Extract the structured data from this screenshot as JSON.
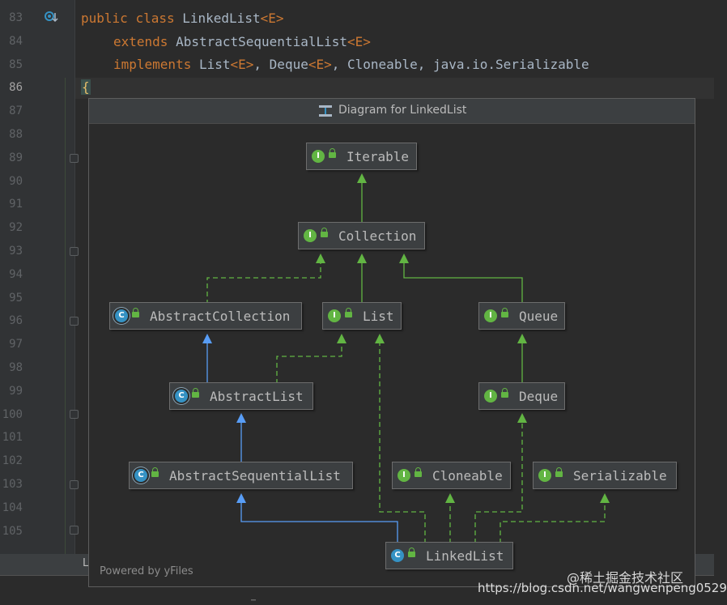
{
  "editor": {
    "line_numbers": [
      "83",
      "84",
      "85",
      "86",
      "87",
      "88",
      "89",
      "90",
      "91",
      "92",
      "93",
      "94",
      "95",
      "96",
      "97",
      "98",
      "99",
      "100",
      "101",
      "102",
      "103",
      "104",
      "105"
    ],
    "current_line": "86",
    "code": {
      "l83_kw1": "public",
      "l83_kw2": "class",
      "l83_name": "LinkedList",
      "l83_tp": "<E>",
      "l84_kw": "extends",
      "l84_name": "AbstractSequentialList",
      "l84_tp": "<E>",
      "l85_kw": "implements",
      "l85_list": "List",
      "l85_deque": "Deque",
      "l85_rest": "Cloneable, java.io.Serializable",
      "l86_brace": "{"
    },
    "bottom_tab": "L"
  },
  "popup": {
    "title": "Diagram for LinkedList",
    "footer": "Powered by yFiles",
    "nodes": {
      "iterable": {
        "label": "Iterable",
        "kind": "I"
      },
      "collection": {
        "label": "Collection",
        "kind": "I"
      },
      "abstract_collection": {
        "label": "AbstractCollection",
        "kind": "C"
      },
      "list": {
        "label": "List",
        "kind": "I"
      },
      "queue": {
        "label": "Queue",
        "kind": "I"
      },
      "abstract_list": {
        "label": "AbstractList",
        "kind": "C"
      },
      "deque": {
        "label": "Deque",
        "kind": "I"
      },
      "abstract_sequential_list": {
        "label": "AbstractSequentialList",
        "kind": "C"
      },
      "cloneable": {
        "label": "Cloneable",
        "kind": "I"
      },
      "serializable": {
        "label": "Serializable",
        "kind": "I"
      },
      "linked_list": {
        "label": "LinkedList",
        "kind": "C"
      }
    },
    "colors": {
      "implements_edge": "#62b543",
      "extends_edge": "#589df6",
      "interface_badge": "#62b543",
      "class_badge": "#3592c4"
    }
  },
  "watermark": {
    "line1": "@稀土掘金技术社区",
    "line2": "https://blog.csdn.net/wangwenpeng0529"
  }
}
